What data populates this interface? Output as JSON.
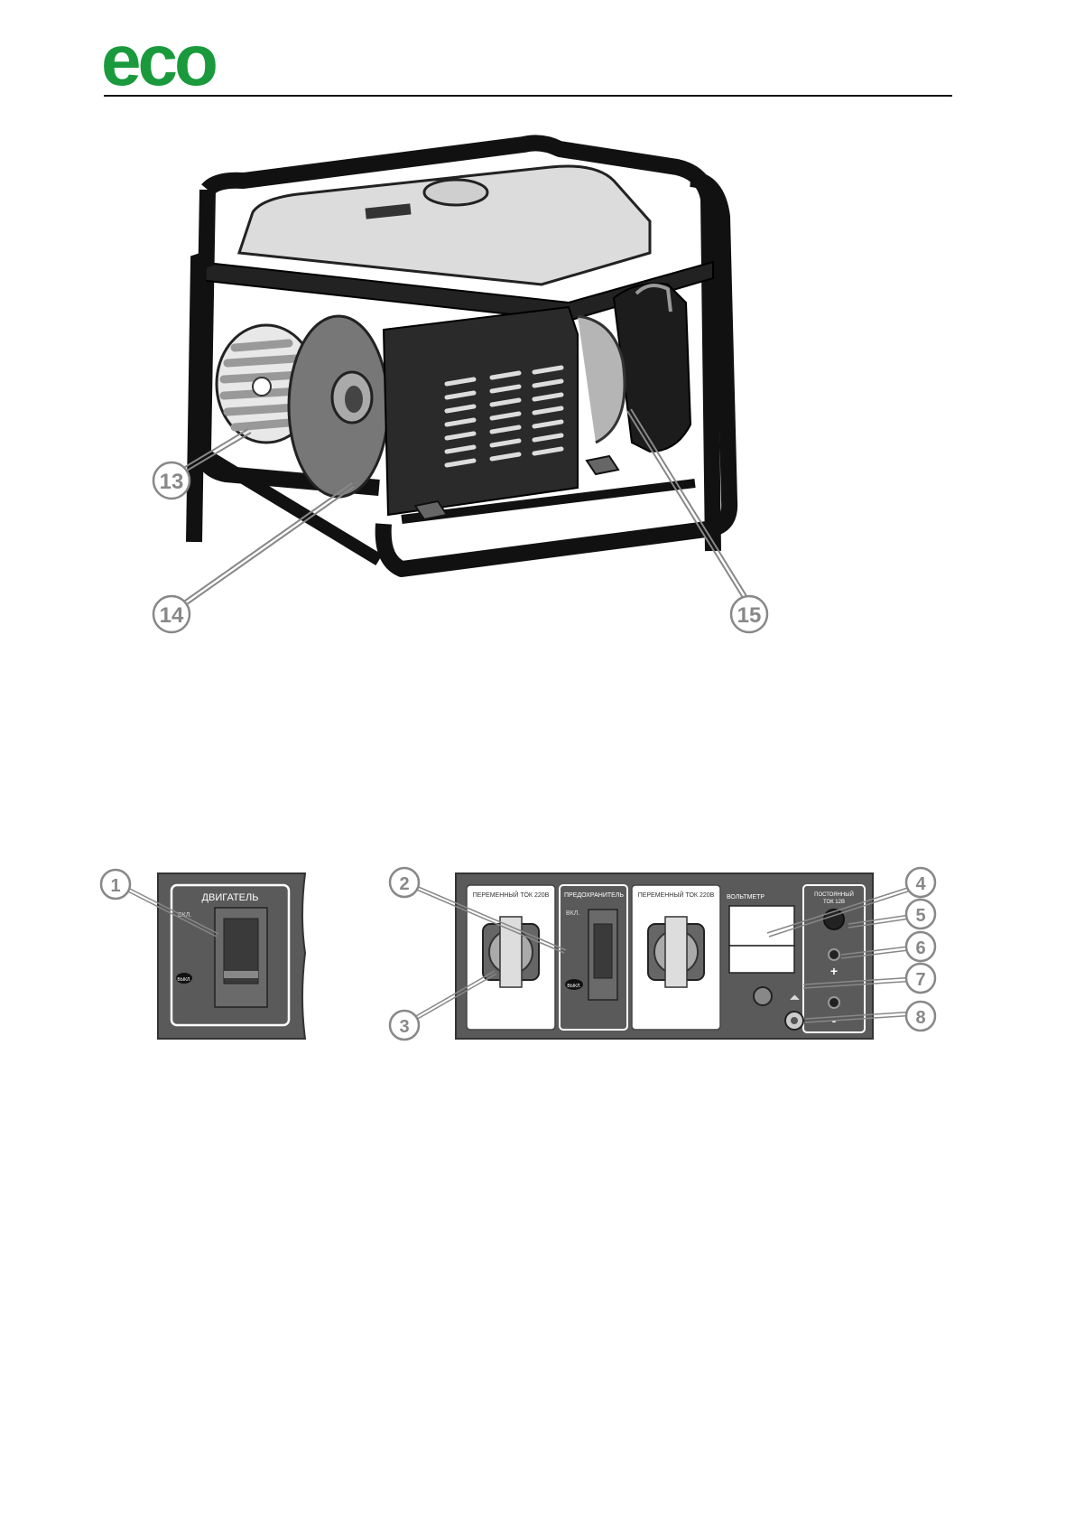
{
  "brand": {
    "logo_text": "eco",
    "color": "#1a9a3c"
  },
  "generator_figure": {
    "callouts": [
      "13",
      "14",
      "15"
    ]
  },
  "engine_panel": {
    "callout": "1",
    "title": "ДВИГАТЕЛЬ",
    "on_label": "ВКЛ.",
    "off_label": "ВЫКЛ."
  },
  "control_panel": {
    "callouts": [
      "2",
      "3",
      "4",
      "5",
      "6",
      "7",
      "8"
    ],
    "socket_left_label": "ПЕРЕМЕННЫЙ ТОК 220В",
    "fuse_label": "ПРЕДОХРАНИТЕЛЬ",
    "fuse_on_label": "ВКЛ.",
    "fuse_off_label": "ВЫКЛ.",
    "socket_right_label": "ПЕРЕМЕННЫЙ ТОК 220В",
    "voltmeter_label": "ВОЛЬТМЕТР",
    "dc_label_line1": "ПОСТОЯННЫЙ",
    "dc_label_line2": "ТОК 12В",
    "plus": "+",
    "minus": "-"
  }
}
